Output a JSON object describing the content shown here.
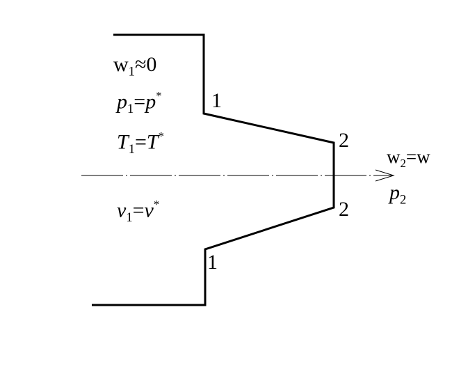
{
  "inlet_conditions": {
    "velocity": {
      "sym": "w",
      "sub": "1",
      "rest": "≈0"
    },
    "pressure": {
      "sym": "p",
      "sub": "1",
      "eq": "=",
      "rhs": "p",
      "sup": "*"
    },
    "temperature": {
      "sym": "T",
      "sub": "1",
      "eq": "=",
      "rhs": "T",
      "sup": "*"
    },
    "specific_volume": {
      "sym": "v",
      "sub": "1",
      "eq": "=",
      "rhs": "v",
      "sup": "*"
    }
  },
  "outlet_conditions": {
    "velocity": {
      "sym": "w",
      "sub": "2",
      "rest": "=w"
    },
    "pressure": {
      "sym": "p",
      "sub": "2"
    }
  },
  "section_labels": {
    "upper_inlet": "1",
    "lower_inlet": "1",
    "upper_outlet": "2",
    "lower_outlet": "2"
  },
  "colors": {
    "line": "#000000",
    "background": "#ffffff"
  }
}
